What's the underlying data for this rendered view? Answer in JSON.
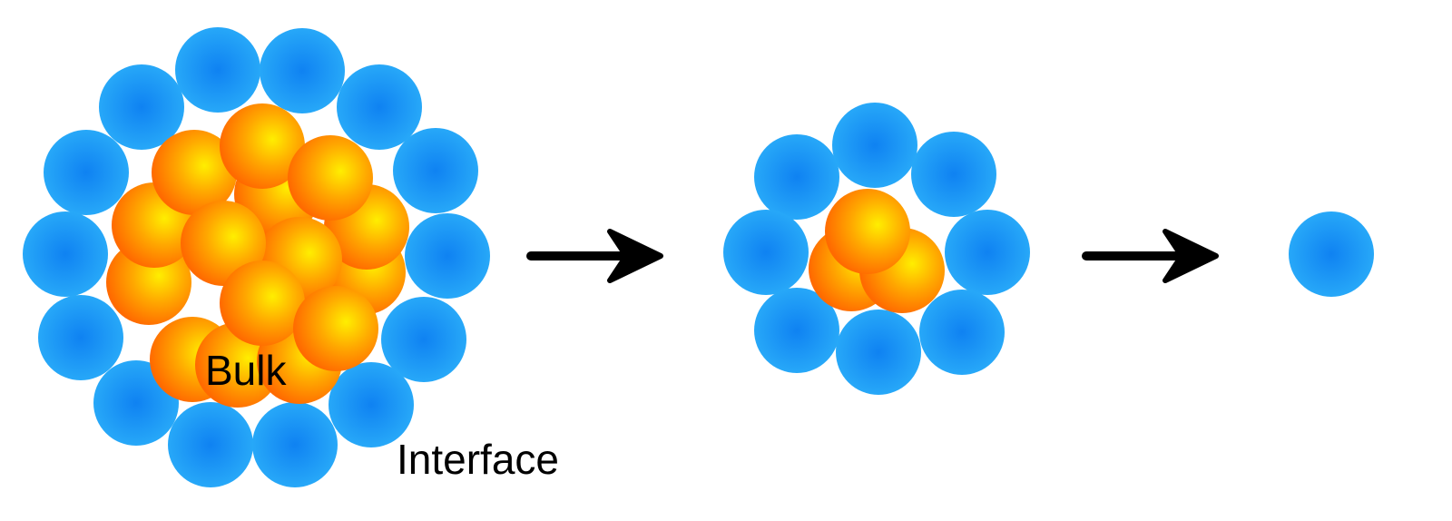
{
  "labels": {
    "bulk": "Bulk",
    "interface": "Interface"
  },
  "colors": {
    "interface_particle_center": "#0f82f2",
    "interface_particle_edge": "#27a8f8",
    "bulk_particle_center": "#ffee00",
    "bulk_particle_mid": "#ffa800",
    "bulk_particle_edge": "#ff6a00",
    "arrow": "#000000",
    "text": "#000000"
  },
  "stages": [
    {
      "name": "large-cluster",
      "interface_particle_count": 14,
      "bulk_particle_count": 14
    },
    {
      "name": "small-cluster",
      "interface_particle_count": 8,
      "bulk_particle_count": 3
    },
    {
      "name": "single-particle",
      "interface_particle_count": 1,
      "bulk_particle_count": 0
    }
  ],
  "arrows": [
    {
      "name": "arrow-stage1-to-stage2"
    },
    {
      "name": "arrow-stage2-to-stage3"
    }
  ]
}
